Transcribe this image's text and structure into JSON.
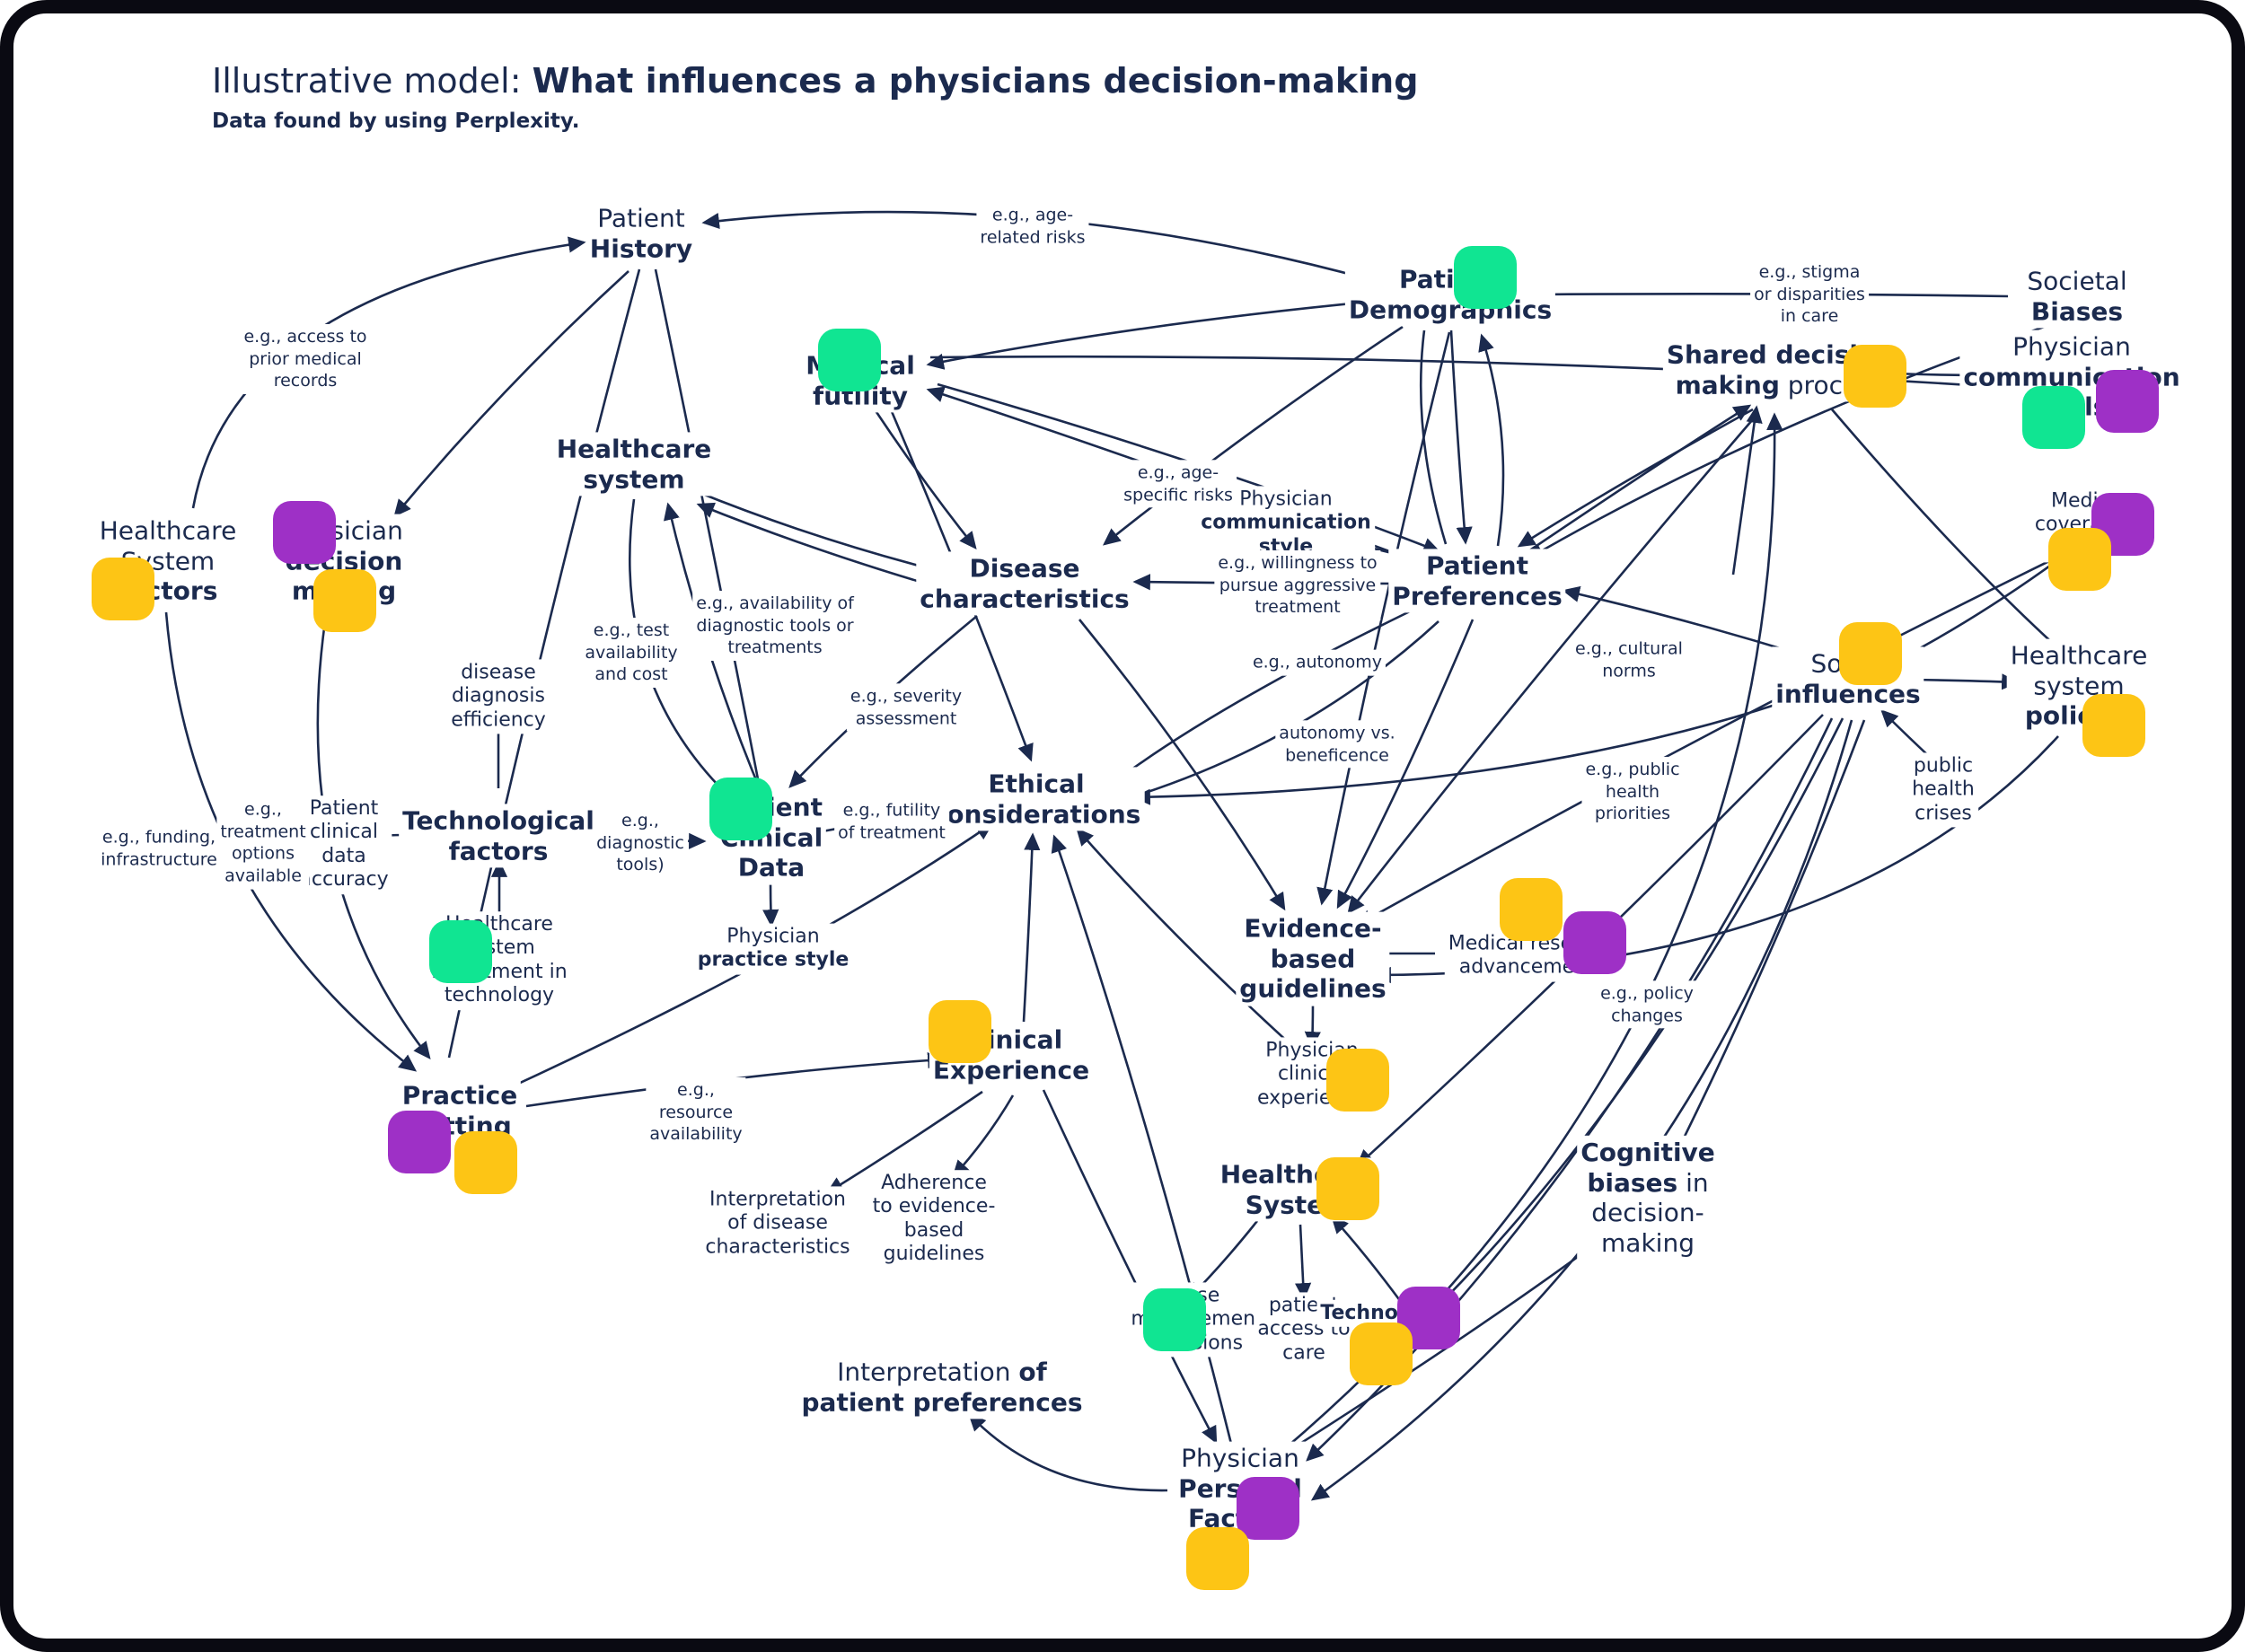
{
  "title": {
    "prefix": "Illustrative model: ",
    "bold": "What influences a physicians decision-making",
    "subtitle": "Data found by using Perplexity."
  },
  "colors": {
    "navy": "#1b2a4e",
    "green": "#10e592",
    "yellow": "#fdc515",
    "purple": "#9e30c6",
    "frame": "#0a0a12",
    "background": "#ffffff"
  },
  "nodes": {
    "patient_history": {
      "l1": "Patient",
      "l2": "History"
    },
    "patient_demographics": {
      "l1": "Patient",
      "l2": "Demographics"
    },
    "societal_biases": {
      "l1": "Societal",
      "l2": "Biases"
    },
    "shared_decision_making": {
      "l1": "Shared decision",
      "l2a": "making",
      "l2b": "process"
    },
    "physician_communication_skills": {
      "l1": "Physician",
      "l2": "communication",
      "l3": "skills"
    },
    "medical_futility": {
      "l1": "Medical",
      "l2": "futility"
    },
    "healthcare_system_top": {
      "l1": "Healthcare",
      "l2": "system"
    },
    "healthcare_system_factors": {
      "l1": "Healthcare",
      "l2": "System",
      "l3": "factors"
    },
    "physician_decision_making": {
      "l1": "Physician",
      "l2": "decision",
      "l3": "making"
    },
    "disease_characteristics": {
      "l1": "Disease",
      "l2": "characteristics"
    },
    "patient_preferences": {
      "l1": "Patient",
      "l2": "Preferences"
    },
    "media_coverage": {
      "l1": "Media",
      "l2": "coverage",
      "l3": "of"
    },
    "social_influences": {
      "l1": "Social",
      "l2": "influences"
    },
    "healthcare_system_policies": {
      "l1": "Healthcare",
      "l2": "system",
      "l3": "policies"
    },
    "technological_factors": {
      "l1": "Technological",
      "l2": "factors"
    },
    "patient_clinical_data": {
      "l1": "Patient",
      "l2": "Clinical",
      "l3": "Data"
    },
    "ethical_considerations": {
      "l1": "Ethical",
      "l2": "considerations"
    },
    "evidence_based_guidelines": {
      "l1": "Evidence-",
      "l2": "based",
      "l3": "guidelines"
    },
    "medical_research_advancements": {
      "l1": "Medical research",
      "l2": "advancements"
    },
    "practice_setting": {
      "l1": "Practice",
      "l2": "Setting"
    },
    "clinical_experience": {
      "l1": "Clinical",
      "l2": "Experience"
    },
    "physician_clinical_experience": {
      "l1": "Physician",
      "l2": "clinical",
      "l3": "experience"
    },
    "healthcare_system_bottom": {
      "l1": "Healthcare",
      "l2": "System"
    },
    "cognitive_biases": {
      "l1": "Cognitive",
      "l2a": "biases",
      "l2b": "in",
      "l3": "decision-",
      "l4": "making"
    },
    "physician_personal_factors": {
      "l1": "Physician",
      "l2": "Personal",
      "l3": "Factors"
    },
    "interpretation_patient_preferences": {
      "l1a": "Interpretation",
      "l1b": "of",
      "l2": "patient preferences"
    },
    "physician_communication_style": {
      "l1": "Physician",
      "l2": "communication",
      "l3": "style"
    },
    "disease_diagnosis_efficiency": {
      "l1": "disease",
      "l2": "diagnosis",
      "l3": "efficiency"
    },
    "patient_clinical_data_accuracy": {
      "l1": "Patient",
      "l2": "clinical",
      "l3": "data",
      "l4": "accuracy"
    },
    "healthcare_system_investment": {
      "l1": "Healthcare",
      "l2": "system",
      "l3": "investment in",
      "l4": "technology"
    },
    "physician_practice_style": {
      "l1": "Physician",
      "l2": "practice style"
    },
    "interpretation_disease_characteristics": {
      "l1": "Interpretation",
      "l2": "of disease",
      "l3": "characteristics"
    },
    "adherence_guidelines": {
      "l1": "Adherence",
      "l2": "to evidence-",
      "l3": "based",
      "l4": "guidelines"
    },
    "case_management": {
      "l1": "case",
      "l2": "management",
      "l3": "decisions"
    },
    "patient_access_care": {
      "l1": "patient",
      "l2": "access to",
      "l3": "care"
    },
    "technology": {
      "l1": "Technology"
    },
    "public_health_crises": {
      "l1": "public",
      "l2": "health",
      "l3": "crises"
    },
    "autonomy_beneficence": {
      "l1": "autonomy vs.",
      "l2": "beneficence"
    }
  },
  "edge_labels": {
    "age_related_risks": {
      "l1": "e.g., age-",
      "l2": "related risks"
    },
    "stigma_disparities": {
      "l1": "e.g., stigma",
      "l2": "or disparities",
      "l3": "in care"
    },
    "access_prior_records": {
      "l1": "e.g., access to",
      "l2": "prior medical",
      "l3": "records"
    },
    "age_specific_risks": {
      "l1": "e.g., age-",
      "l2": "specific risks"
    },
    "willingness_aggressive": {
      "l1": "e.g., willingness to",
      "l2": "pursue aggressive",
      "l3": "treatment"
    },
    "availability_diagnostic": {
      "l1": "e.g., availability of",
      "l2": "diagnostic tools or",
      "l3": "treatments"
    },
    "test_availability": {
      "l1": "e.g., test",
      "l2": "availability",
      "l3": "and cost"
    },
    "autonomy": {
      "l1": "e.g., autonomy"
    },
    "cultural_norms": {
      "l1": "e.g., cultural",
      "l2": "norms"
    },
    "severity_assessment": {
      "l1": "e.g., severity",
      "l2": "assessment"
    },
    "public_health_priorities": {
      "l1": "e.g., public",
      "l2": "health",
      "l3": "priorities"
    },
    "treatment_options": {
      "l1": "e.g.,",
      "l2": "treatment",
      "l3": "options",
      "l4": "available"
    },
    "funding_infrastructure": {
      "l1": "e.g., funding,",
      "l2": "infrastructure"
    },
    "diagnostic_tools": {
      "l1": "e.g.,",
      "l2": "diagnostic",
      "l3": "tools)"
    },
    "futility_treatment": {
      "l1": "e.g., futility",
      "l2": "of treatment"
    },
    "policy_changes": {
      "l1": "e.g., policy",
      "l2": "changes"
    },
    "resource_availability": {
      "l1": "e.g.,",
      "l2": "resource",
      "l3": "availability"
    }
  }
}
